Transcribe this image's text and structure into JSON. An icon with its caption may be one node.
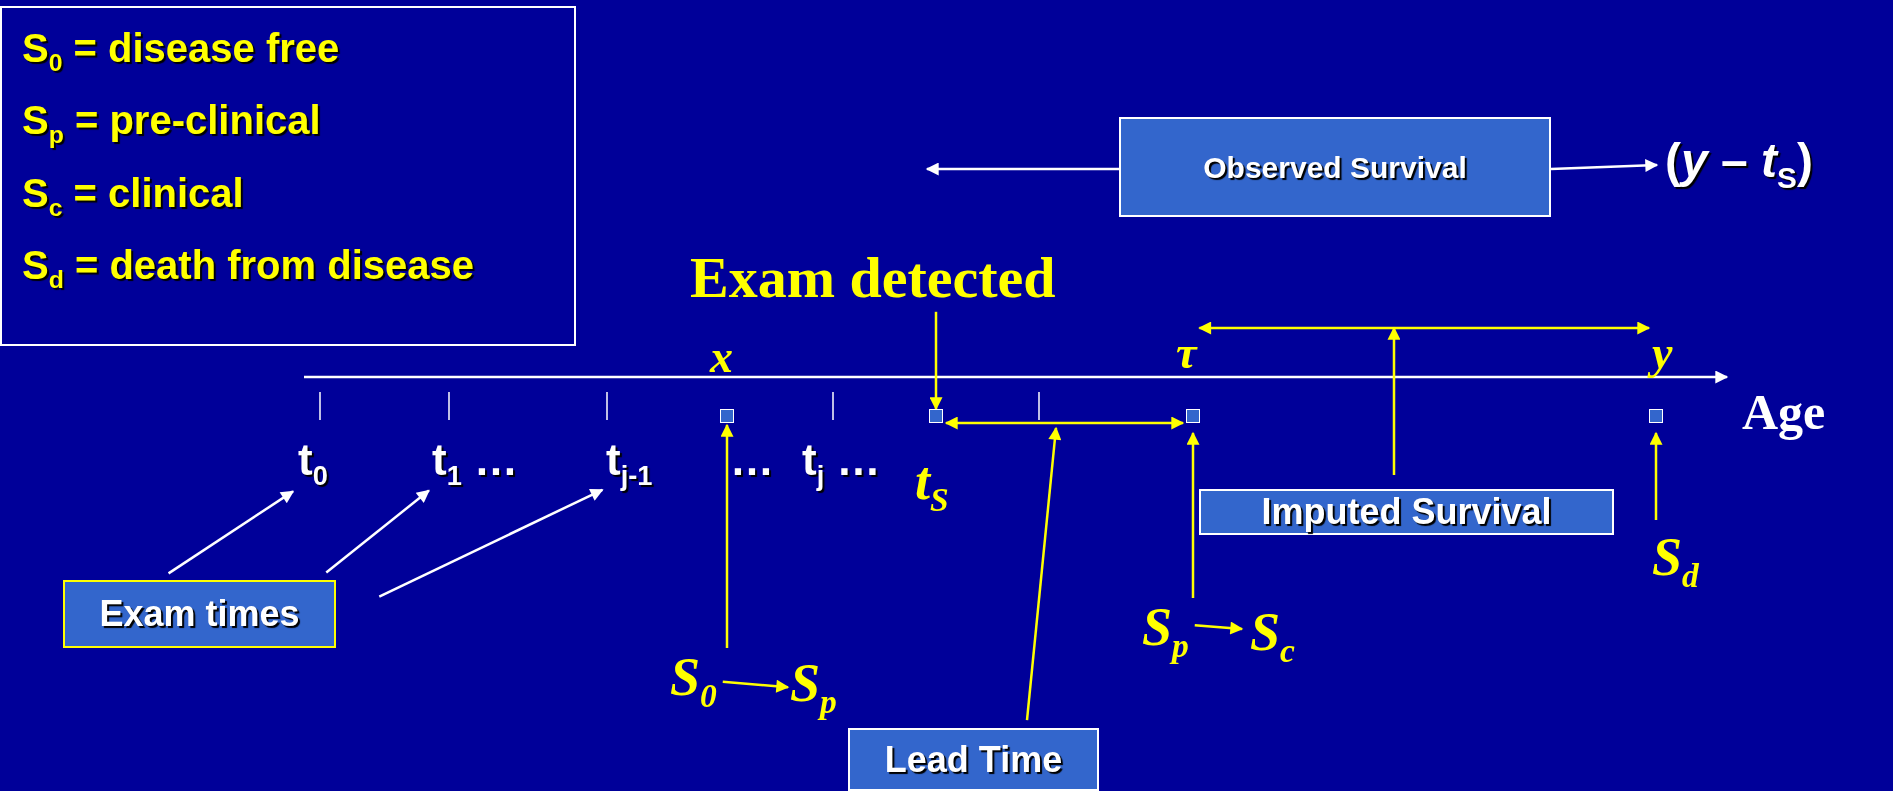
{
  "diagram": {
    "nodes": [
      {
        "text": [
          "S$_{0}$ = disease free",
          "S$_{p}$ = pre-clinical",
          "S$_{c}$ = clinical",
          "S$_{d}$ = death from disease"
        ]
      },
      {
        "text": [
          "Observed Survival"
        ]
      },
      {
        "text": [
          "(*y* – *t*$_{S}$)"
        ]
      },
      {
        "text": [
          "Exam detected"
        ]
      },
      {
        "text": [
          "x"
        ]
      },
      {
        "text": [
          "τ"
        ]
      },
      {
        "text": [
          "y"
        ]
      },
      {
        "text": [],
        "shape": "box"
      },
      {
        "text": [],
        "shape": "box"
      },
      {
        "text": [],
        "shape": "box"
      },
      {
        "text": [],
        "shape": "box"
      },
      {
        "text": [
          "Age"
        ]
      },
      {
        "text": [
          "t$_{0}$"
        ]
      },
      {
        "text": [
          "t$_{1}$ …"
        ]
      },
      {
        "text": [
          "t$_{j-1}$"
        ]
      },
      {
        "text": [
          "…"
        ]
      },
      {
        "text": [
          "t$_{j}$ …"
        ]
      },
      {
        "text": [
          "t$_{S}$"
        ]
      },
      {
        "text": [
          "Imputed Survival"
        ]
      },
      {
        "text": [
          "S$_{d}$"
        ]
      },
      {
        "text": [
          "Exam times"
        ]
      },
      {
        "text": [
          "S$_{p}$"
        ]
      },
      {
        "text": [
          "S$_{c}$"
        ]
      },
      {
        "text": [
          "S$_{0}$"
        ]
      },
      {
        "text": [
          "S$_{p}$"
        ]
      },
      {
        "text": [
          "Lead Time"
        ]
      }
    ],
    "edges": [
      {
        "from": 1,
        "to": null,
        "arrow": "to",
        "color": "#ffffff"
      },
      {
        "from": 1,
        "to": 2,
        "arrow": "to",
        "color": "#ffffff"
      },
      {
        "from": 3,
        "to": 8,
        "arrow": "to"
      },
      {
        "from": 20,
        "to": 12,
        "arrow": "to",
        "color": "#ffffff"
      },
      {
        "from": 20,
        "to": 13,
        "arrow": "to",
        "color": "#ffffff"
      },
      {
        "from": 20,
        "to": 14,
        "arrow": "to",
        "color": "#ffffff"
      },
      {
        "from": 23,
        "to": 7,
        "arrow": "to"
      },
      {
        "from": 23,
        "to": 24,
        "arrow": "to"
      },
      {
        "from": 21,
        "to": 22,
        "arrow": "to"
      },
      {
        "from": 21,
        "to": 9,
        "arrow": "to"
      },
      {
        "from": 19,
        "to": 10,
        "arrow": "to"
      },
      {
        "from": 18,
        "to": null,
        "arrow": "to"
      },
      {
        "from": 25,
        "to": null,
        "arrow": "to"
      },
      {
        "from": 8,
        "to": 9,
        "arrow": "both"
      },
      {
        "from": 5,
        "to": 6,
        "arrow": "both"
      }
    ]
  }
}
